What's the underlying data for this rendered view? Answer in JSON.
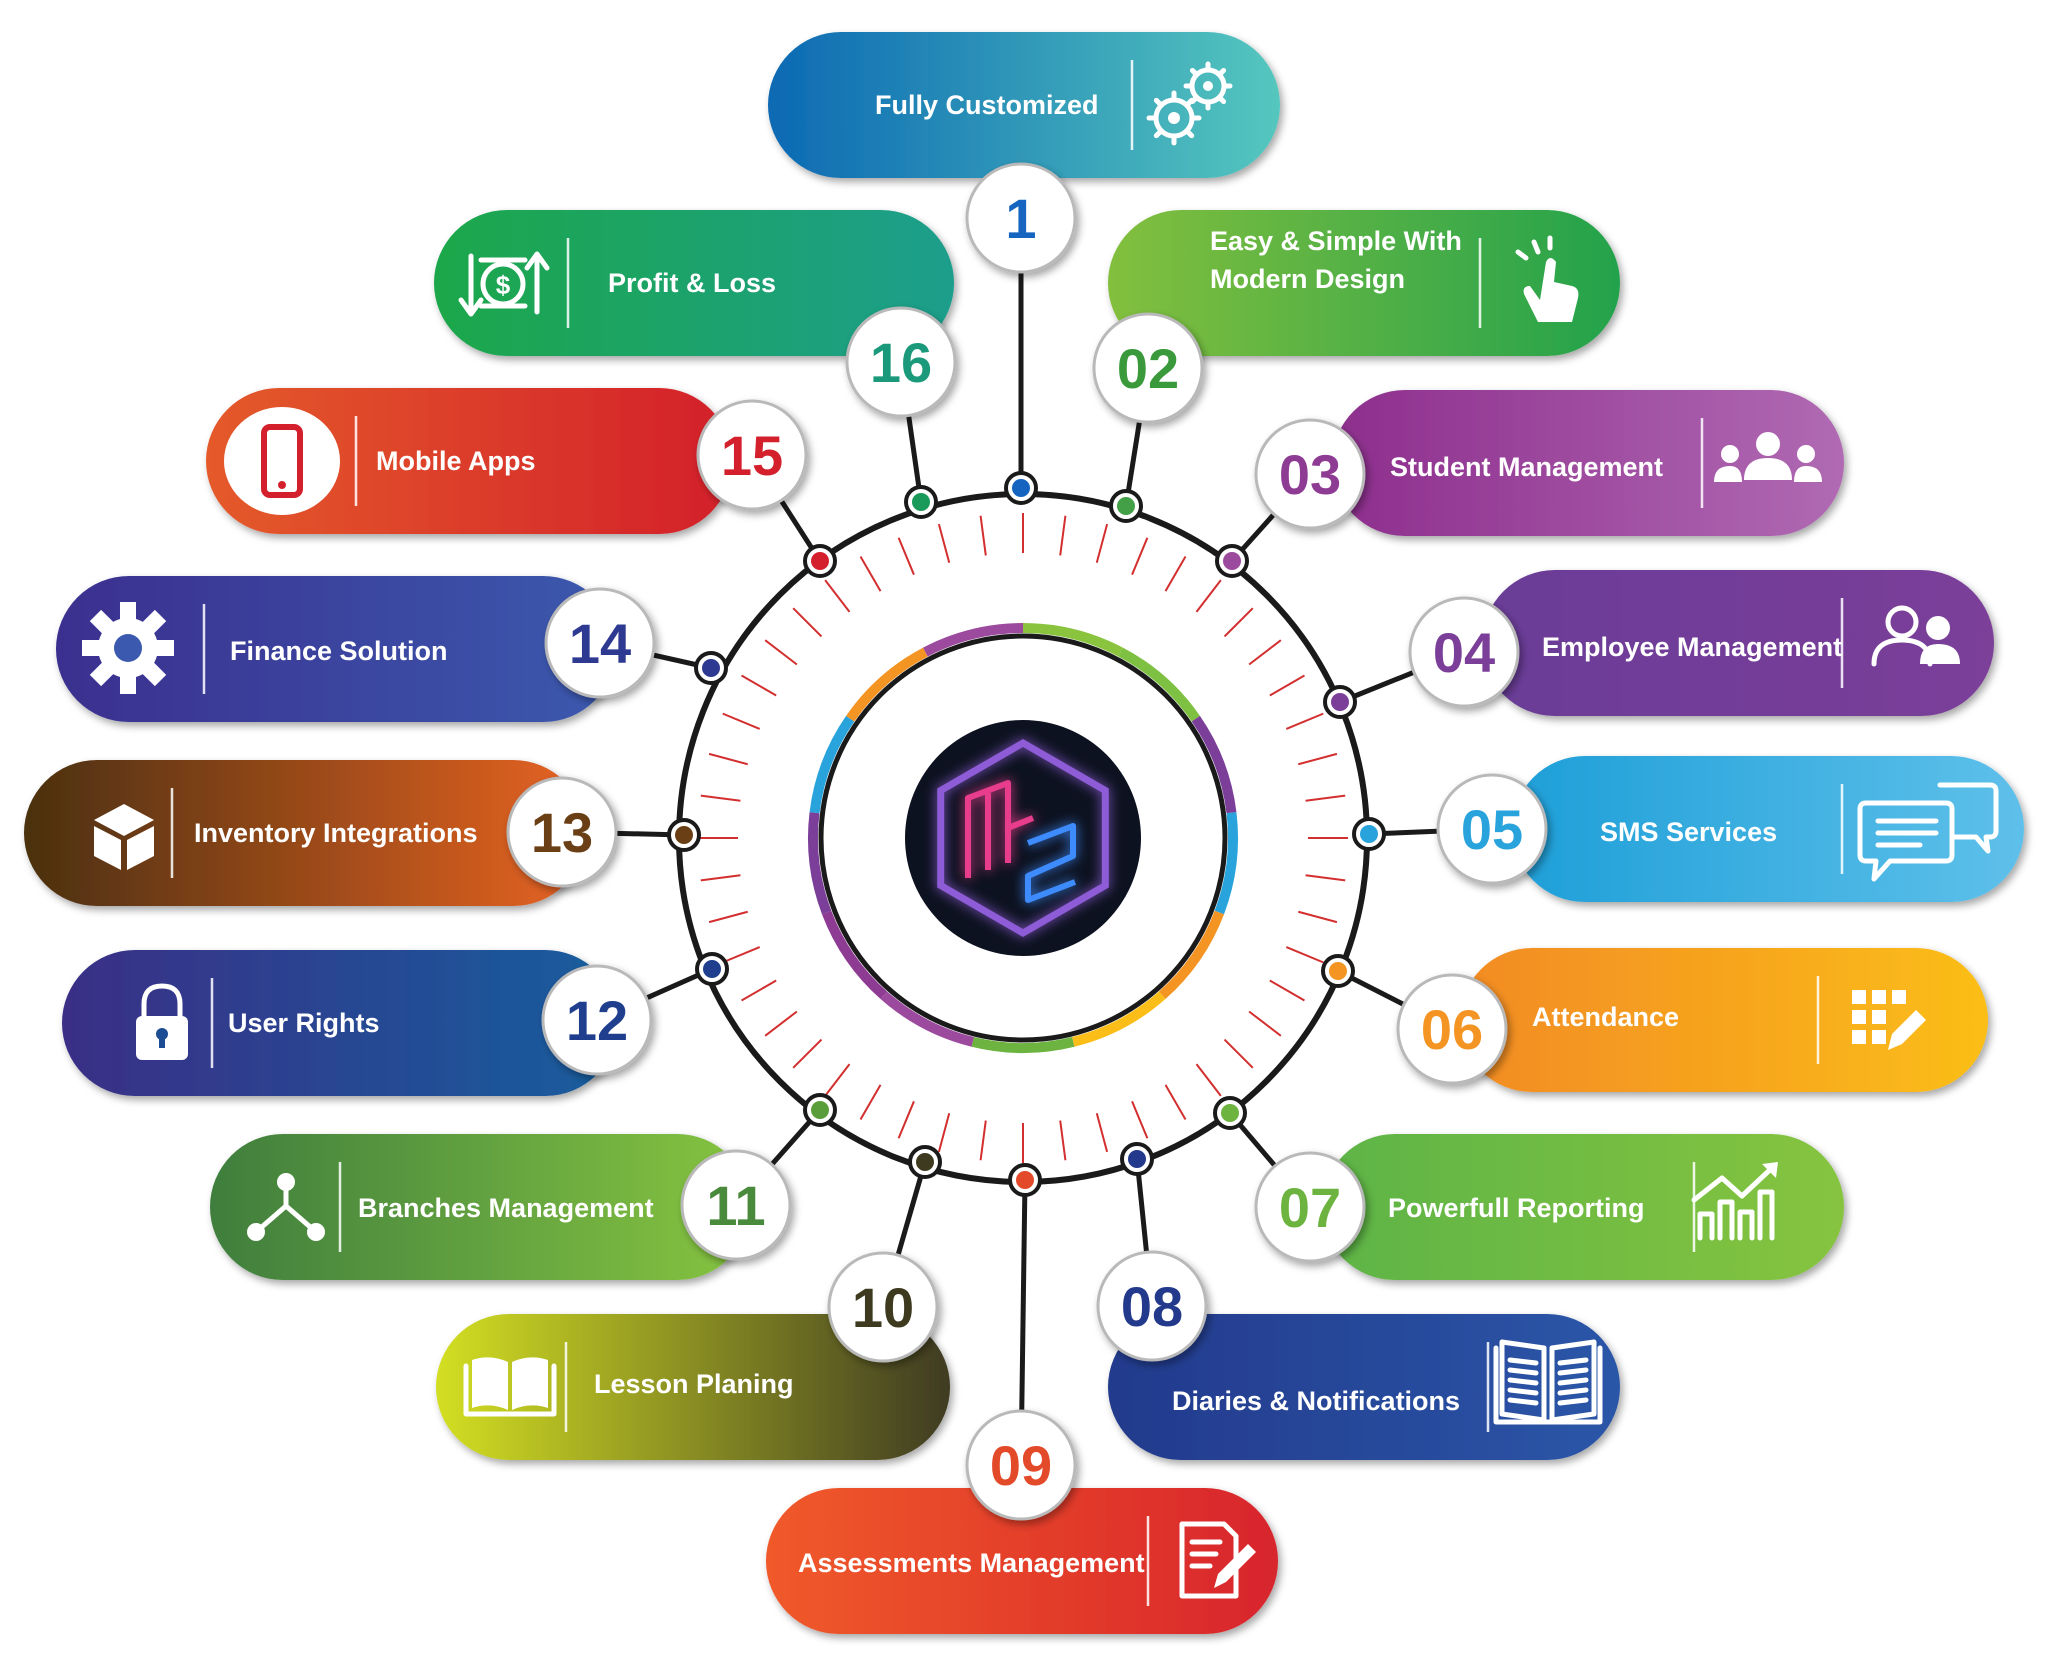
{
  "colors": {
    "hub_ring": "#1a1a1a",
    "tick": "#d32f2f",
    "logo_bg": "#0d1220",
    "logo_pink": "#e83e8c",
    "logo_purple": "#8e5bd6",
    "logo_blue": "#3d8bfd"
  },
  "items": [
    {
      "id": "1",
      "label_lines": [
        "Fully Customized"
      ],
      "icon": "gears-icon",
      "grad": [
        "#0c69b3",
        "#55c7be"
      ],
      "num_color": "#1565c0",
      "dot_color": "#1565c0"
    },
    {
      "id": "02",
      "label_lines": [
        "Easy & Simple With",
        "Modern Design"
      ],
      "icon": "touch-hand-icon",
      "grad": [
        "#83bf3e",
        "#23a24c"
      ],
      "num_color": "#3a9a3b",
      "dot_color": "#43a047"
    },
    {
      "id": "03",
      "label_lines": [
        "Student Management"
      ],
      "icon": "students-group-icon",
      "grad": [
        "#8d2e8d",
        "#b06ab3"
      ],
      "num_color": "#8e3c93",
      "dot_color": "#9c4a9e"
    },
    {
      "id": "04",
      "label_lines": [
        "Employee Management"
      ],
      "icon": "employees-icon",
      "grad": [
        "#6a3c97",
        "#7b3f99"
      ],
      "num_color": "#7b3f99",
      "dot_color": "#7b3f99"
    },
    {
      "id": "05",
      "label_lines": [
        "SMS Services"
      ],
      "icon": "chat-bubbles-icon",
      "grad": [
        "#1e9fd8",
        "#5ec0ea"
      ],
      "num_color": "#29a3dc",
      "dot_color": "#29a3dc"
    },
    {
      "id": "06",
      "label_lines": [
        "Attendance"
      ],
      "icon": "attendance-grid-icon",
      "grad": [
        "#f28b24",
        "#fbbe18"
      ],
      "num_color": "#f39423",
      "dot_color": "#f39423"
    },
    {
      "id": "07",
      "label_lines": [
        "Powerfull Reporting"
      ],
      "icon": "growth-chart-icon",
      "grad": [
        "#5db446",
        "#86c440"
      ],
      "num_color": "#6cb33f",
      "dot_color": "#6cb33f"
    },
    {
      "id": "08",
      "label_lines": [
        "Diaries & Notifications"
      ],
      "icon": "open-diary-icon",
      "grad": [
        "#233a8c",
        "#2b56a8"
      ],
      "num_color": "#233a8c",
      "dot_color": "#233a8c"
    },
    {
      "id": "09",
      "label_lines": [
        "Assessments Management"
      ],
      "icon": "edit-document-icon",
      "grad": [
        "#f05a2a",
        "#d8252d"
      ],
      "num_color": "#e34a2a",
      "dot_color": "#e34a2a"
    },
    {
      "id": "10",
      "label_lines": [
        "Lesson Planing"
      ],
      "icon": "book-icon",
      "grad": [
        "#3f3b22",
        "#d3df23"
      ],
      "num_color": "#3d3a20",
      "dot_color": "#3d3a20"
    },
    {
      "id": "11",
      "label_lines": [
        "Branches Management"
      ],
      "icon": "branches-icon",
      "grad": [
        "#86c440",
        "#3f7e3e"
      ],
      "num_color": "#4a8a3c",
      "dot_color": "#5a9e3b"
    },
    {
      "id": "12",
      "label_lines": [
        "User Rights"
      ],
      "icon": "padlock-icon",
      "grad": [
        "#175e9e",
        "#3a2e86"
      ],
      "num_color": "#1f3f8e",
      "dot_color": "#1f3f8e"
    },
    {
      "id": "13",
      "label_lines": [
        "Inventory Integrations"
      ],
      "icon": "box-icon",
      "grad": [
        "#e86322",
        "#4a3010"
      ],
      "num_color": "#6b3f15",
      "dot_color": "#6b3f15"
    },
    {
      "id": "14",
      "label_lines": [
        "Finance Solution"
      ],
      "icon": "gear-icon",
      "grad": [
        "#3b59ae",
        "#3a2f8f"
      ],
      "num_color": "#2e3a92",
      "dot_color": "#2e3a92"
    },
    {
      "id": "15",
      "label_lines": [
        "Mobile Apps"
      ],
      "icon": "mobile-phone-icon",
      "grad": [
        "#d3202c",
        "#e45a2b"
      ],
      "num_color": "#d3202c",
      "dot_color": "#d3202c"
    },
    {
      "id": "16",
      "label_lines": [
        "Profit & Loss"
      ],
      "icon": "money-transfer-icon",
      "grad": [
        "#1b9e8c",
        "#1da74a"
      ],
      "num_color": "#1a9a7a",
      "dot_color": "#1a9a5a"
    }
  ]
}
